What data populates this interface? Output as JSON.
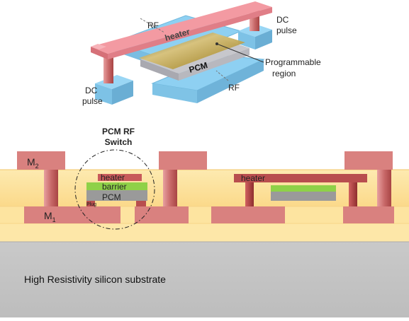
{
  "switch3d": {
    "heater": "heater",
    "pcm": "PCM",
    "rf_top": "RF",
    "rf_bottom": "RF",
    "dc_pulse_right": [
      "DC",
      "pulse"
    ],
    "dc_pulse_left": [
      "DC",
      "pulse"
    ],
    "programmable_region": [
      "Programmable",
      "region"
    ]
  },
  "title": [
    "PCM RF",
    "Switch"
  ],
  "cross_section": {
    "m2": "M",
    "m2_sub": "2",
    "m1": "M",
    "m1_sub": "1",
    "heater_left": "heater",
    "barrier": "barrier",
    "pcm": "PCM",
    "plug": "Plug",
    "heater_right": "heater",
    "substrate": "High Resistivity silicon substrate"
  },
  "colors": {
    "dielectric": "#fde7a4",
    "metal": "#d9817f",
    "metal_dark": "#b84e4e",
    "substrate": "#c4c4c4",
    "blue": "#8ed0f2",
    "barrier": "#8fd148",
    "pcm_gray": "#9a9a9a",
    "heater_pink": "#f08a94"
  }
}
